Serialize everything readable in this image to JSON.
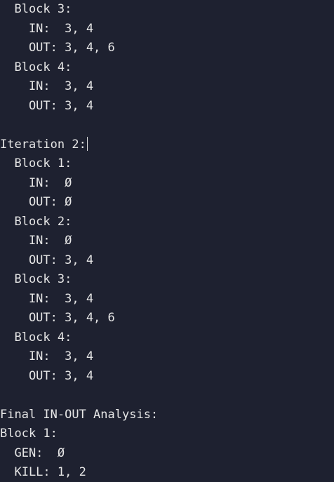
{
  "terminal": {
    "lines": [
      "  Block 3:",
      "    IN:  3, 4",
      "    OUT: 3, 4, 6",
      "  Block 4:",
      "    IN:  3, 4",
      "    OUT: 3, 4",
      "",
      "Iteration 2:",
      "  Block 1:",
      "    IN:  Ø",
      "    OUT: Ø",
      "  Block 2:",
      "    IN:  Ø",
      "    OUT: 3, 4",
      "  Block 3:",
      "    IN:  3, 4",
      "    OUT: 3, 4, 6",
      "  Block 4:",
      "    IN:  3, 4",
      "    OUT: 3, 4",
      "",
      "Final IN-OUT Analysis:",
      "Block 1:",
      "  GEN:  Ø",
      "  KILL: 1, 2"
    ]
  }
}
